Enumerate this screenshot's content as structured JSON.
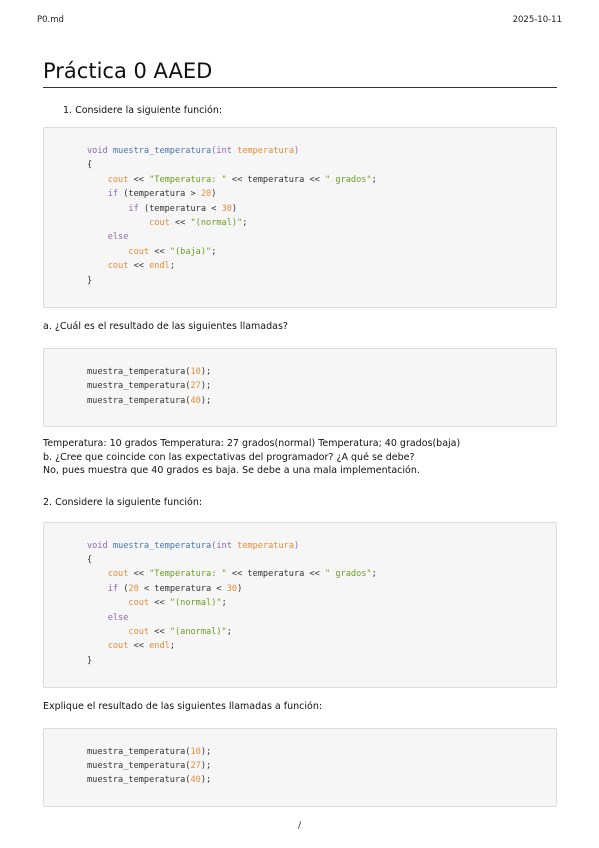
{
  "header": {
    "filename": "P0.md",
    "date": "2025-10-11"
  },
  "title": "Práctica 0 AAED",
  "q1": {
    "prompt": "1. Considere la siguiente función:",
    "code": [
      [
        [
          "kw",
          "void "
        ],
        [
          "fn",
          "muestra_temperatura"
        ],
        [
          "kw",
          "("
        ],
        [
          "kw",
          "int "
        ],
        [
          "id",
          "temperatura"
        ],
        [
          "kw",
          ")"
        ]
      ],
      [
        [
          "plain",
          "{"
        ]
      ],
      [
        [
          "plain",
          "    "
        ],
        [
          "id",
          "cout"
        ],
        [
          "plain",
          " << "
        ],
        [
          "str",
          "\"Temperatura: \""
        ],
        [
          "plain",
          " << temperatura << "
        ],
        [
          "str",
          "\" grados\""
        ],
        [
          "plain",
          ";"
        ]
      ],
      [
        [
          "plain",
          "    "
        ],
        [
          "kw",
          "if"
        ],
        [
          "plain",
          " (temperatura > "
        ],
        [
          "num",
          "20"
        ],
        [
          "plain",
          ")"
        ]
      ],
      [
        [
          "plain",
          "        "
        ],
        [
          "kw",
          "if"
        ],
        [
          "plain",
          " (temperatura < "
        ],
        [
          "num",
          "30"
        ],
        [
          "plain",
          ")"
        ]
      ],
      [
        [
          "plain",
          "            "
        ],
        [
          "id",
          "cout"
        ],
        [
          "plain",
          " << "
        ],
        [
          "str",
          "\"(normal)\""
        ],
        [
          "plain",
          ";"
        ]
      ],
      [
        [
          "plain",
          "    "
        ],
        [
          "kw",
          "else"
        ]
      ],
      [
        [
          "plain",
          "        "
        ],
        [
          "id",
          "cout"
        ],
        [
          "plain",
          " << "
        ],
        [
          "str",
          "\"(baja)\""
        ],
        [
          "plain",
          ";"
        ]
      ],
      [
        [
          "plain",
          "    "
        ],
        [
          "id",
          "cout"
        ],
        [
          "plain",
          " << "
        ],
        [
          "id",
          "endl"
        ],
        [
          "plain",
          ";"
        ]
      ],
      [
        [
          "plain",
          "}"
        ]
      ]
    ],
    "sub_a": "a. ¿Cuál es el resultado de las siguientes llamadas?",
    "calls": [
      [
        [
          "plain",
          "muestra_temperatura("
        ],
        [
          "num",
          "10"
        ],
        [
          "plain",
          ");"
        ]
      ],
      [
        [
          "plain",
          "muestra_temperatura("
        ],
        [
          "num",
          "27"
        ],
        [
          "plain",
          ");"
        ]
      ],
      [
        [
          "plain",
          "muestra_temperatura("
        ],
        [
          "num",
          "40"
        ],
        [
          "plain",
          ");"
        ]
      ]
    ],
    "answer_lines": [
      "Temperatura: 10 grados Temperatura: 27 grados(normal) Temperatura; 40 grados(baja)",
      "b. ¿Cree que coincide con las expectativas del programador? ¿A qué se debe?",
      "No, pues muestra que 40 grados es baja. Se debe a una mala implementación."
    ]
  },
  "q2": {
    "prompt": "2. Considere la siguiente función:",
    "code": [
      [
        [
          "kw",
          "void "
        ],
        [
          "fn",
          "muestra_temperatura"
        ],
        [
          "kw",
          "("
        ],
        [
          "kw",
          "int "
        ],
        [
          "id",
          "temperatura"
        ],
        [
          "kw",
          ")"
        ]
      ],
      [
        [
          "plain",
          "{"
        ]
      ],
      [
        [
          "plain",
          "    "
        ],
        [
          "id",
          "cout"
        ],
        [
          "plain",
          " << "
        ],
        [
          "str",
          "\"Temperatura: \""
        ],
        [
          "plain",
          " << temperatura << "
        ],
        [
          "str",
          "\" grados\""
        ],
        [
          "plain",
          ";"
        ]
      ],
      [
        [
          "plain",
          "    "
        ],
        [
          "kw",
          "if"
        ],
        [
          "plain",
          " ("
        ],
        [
          "num",
          "20"
        ],
        [
          "plain",
          " < temperatura < "
        ],
        [
          "num",
          "30"
        ],
        [
          "plain",
          ")"
        ]
      ],
      [
        [
          "plain",
          "        "
        ],
        [
          "id",
          "cout"
        ],
        [
          "plain",
          " << "
        ],
        [
          "str",
          "\"(normal)\""
        ],
        [
          "plain",
          ";"
        ]
      ],
      [
        [
          "plain",
          "    "
        ],
        [
          "kw",
          "else"
        ]
      ],
      [
        [
          "plain",
          "        "
        ],
        [
          "id",
          "cout"
        ],
        [
          "plain",
          " << "
        ],
        [
          "str",
          "\"(anormal)\""
        ],
        [
          "plain",
          ";"
        ]
      ],
      [
        [
          "plain",
          "    "
        ],
        [
          "id",
          "cout"
        ],
        [
          "plain",
          " << "
        ],
        [
          "id",
          "endl"
        ],
        [
          "plain",
          ";"
        ]
      ],
      [
        [
          "plain",
          "}"
        ]
      ]
    ],
    "explain": "Explique el resultado de las siguientes llamadas a función:",
    "calls": [
      [
        [
          "plain",
          "muestra_temperatura("
        ],
        [
          "num",
          "10"
        ],
        [
          "plain",
          ");"
        ]
      ],
      [
        [
          "plain",
          "muestra_temperatura("
        ],
        [
          "num",
          "27"
        ],
        [
          "plain",
          ");"
        ]
      ],
      [
        [
          "plain",
          "muestra_temperatura("
        ],
        [
          "num",
          "40"
        ],
        [
          "plain",
          ");"
        ]
      ]
    ]
  },
  "footer": {
    "page": "/"
  },
  "colors": {
    "keyword": "#8a68b4",
    "function": "#4a75b0",
    "string": "#6b9e1f",
    "number": "#e68c37"
  }
}
